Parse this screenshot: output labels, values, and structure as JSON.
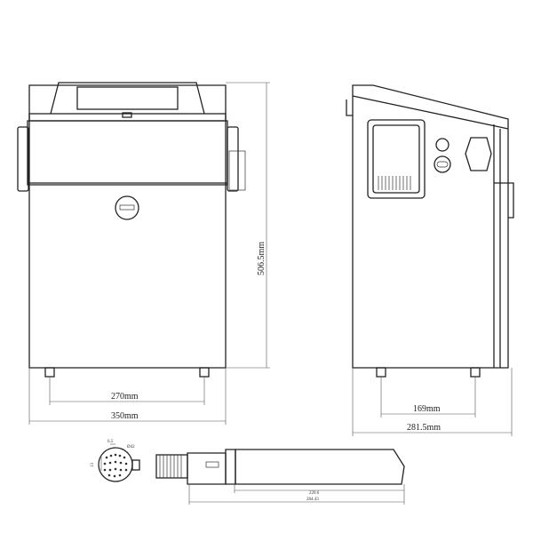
{
  "front_view": {
    "height_dim": "506.5mm",
    "feet_dim": "270mm",
    "width_dim": "350mm"
  },
  "side_view": {
    "feet_dim": "169mm",
    "depth_dim": "281.5mm"
  },
  "printhead": {
    "pitch_dim": "6.5",
    "diameter_dim": "Ø42",
    "offset_dim": "13",
    "body_length_dim": "220.6",
    "total_length_dim": "284.43"
  }
}
